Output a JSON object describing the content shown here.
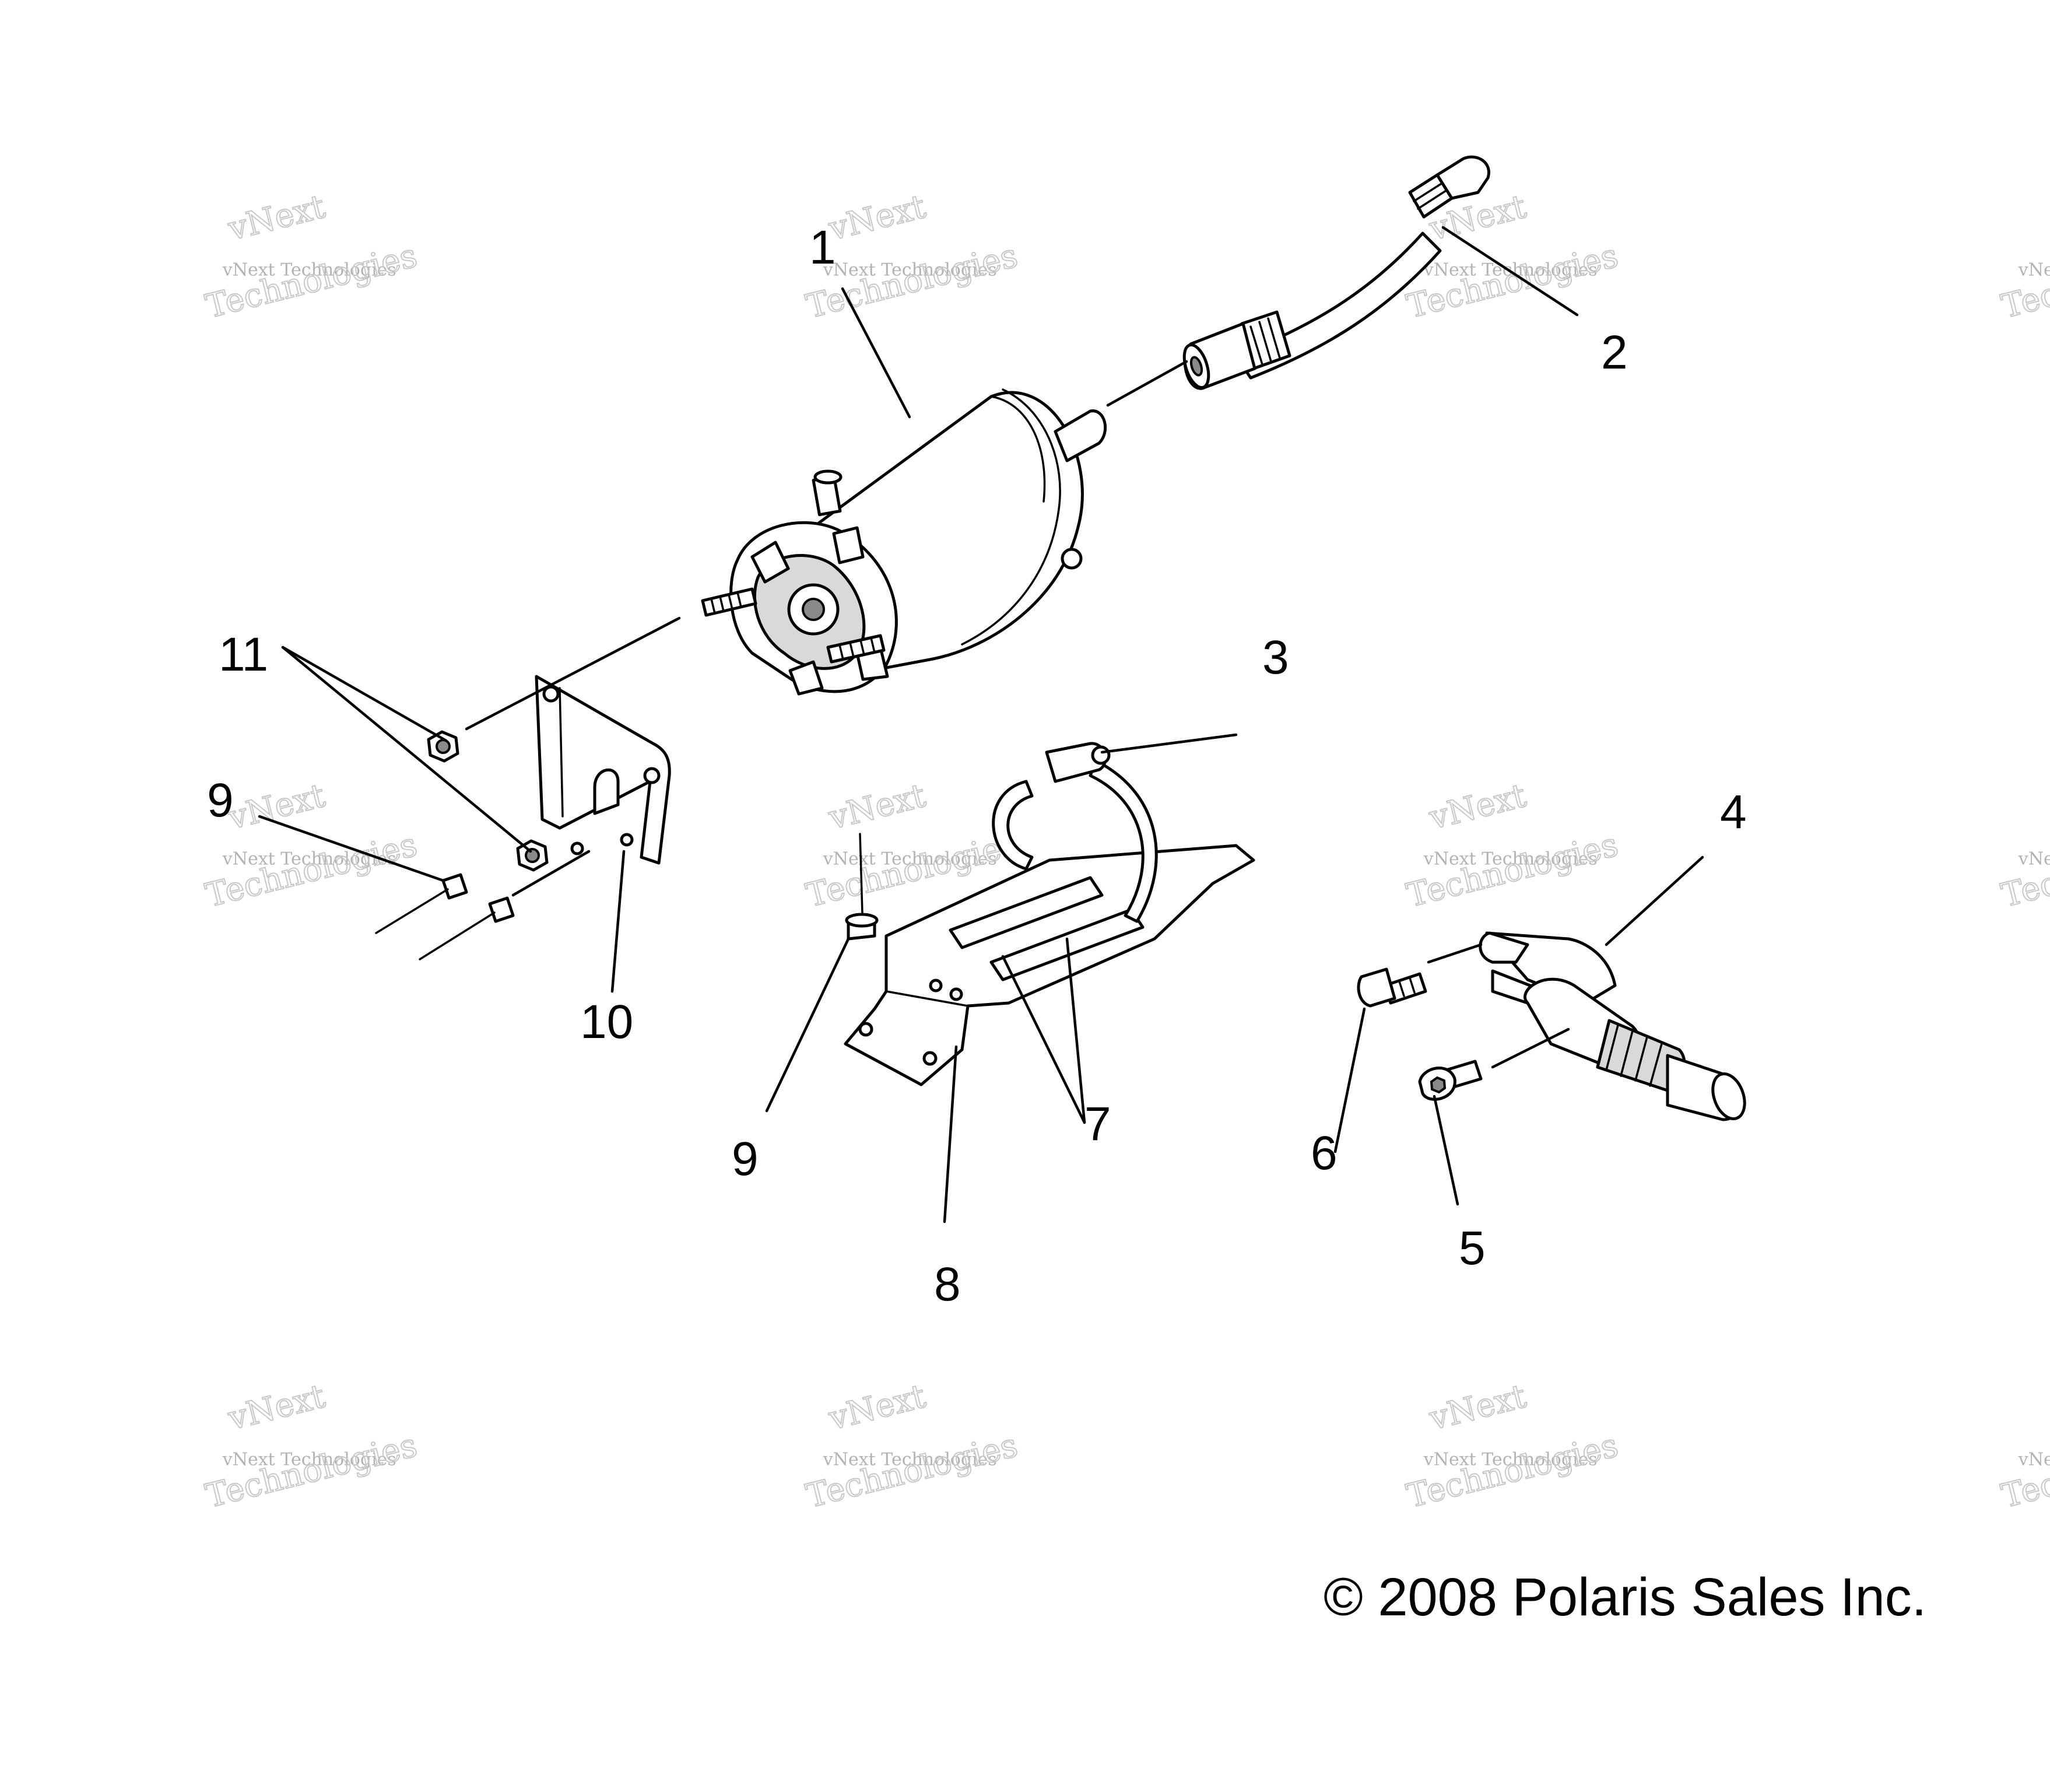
{
  "callouts": {
    "c1": "1",
    "c2": "2",
    "c3": "3",
    "c4": "4",
    "c5": "5",
    "c6": "6",
    "c7": "7",
    "c8": "8",
    "c9a": "9",
    "c9b": "9",
    "c10": "10",
    "c11": "11"
  },
  "copyright": "© 2008 Polaris Sales Inc.",
  "watermark": {
    "line1": "vNext",
    "line2": "vNext Technologies",
    "line3": "Technologies"
  }
}
